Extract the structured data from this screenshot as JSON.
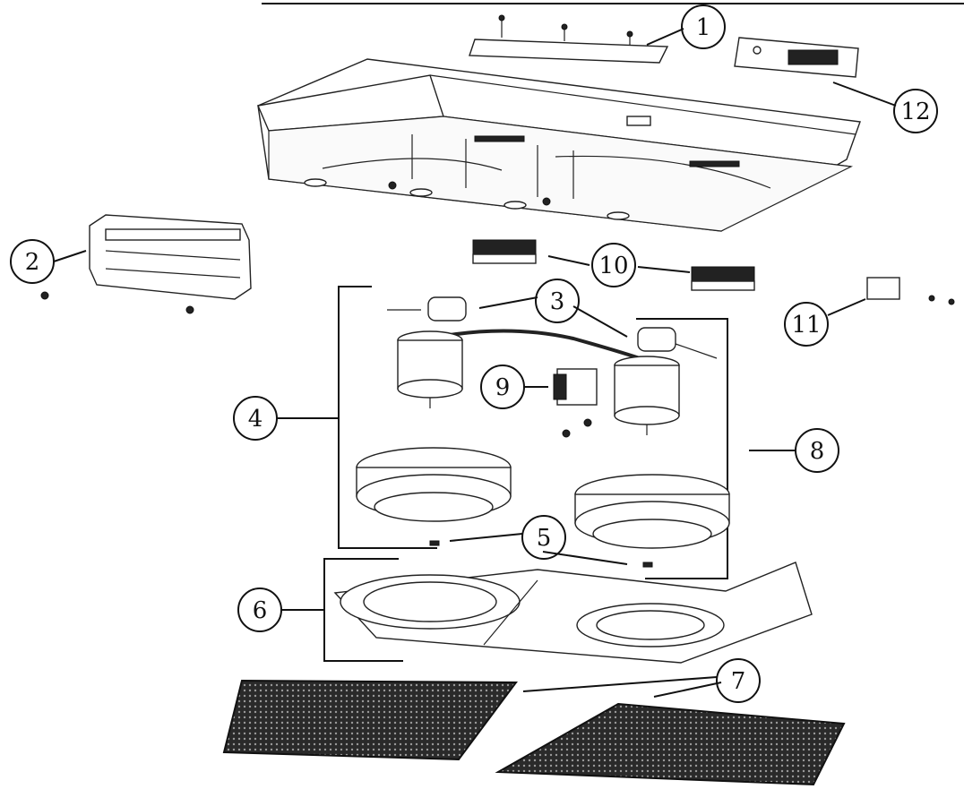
{
  "diagram": {
    "colors": {
      "line": "#111111",
      "fill": "#ffffff",
      "filter_mesh": "#2a2a2a"
    },
    "callouts": [
      {
        "id": "c1",
        "label": "1"
      },
      {
        "id": "c2",
        "label": "2"
      },
      {
        "id": "c3",
        "label": "3"
      },
      {
        "id": "c4",
        "label": "4"
      },
      {
        "id": "c5",
        "label": "5"
      },
      {
        "id": "c6",
        "label": "6"
      },
      {
        "id": "c7",
        "label": "7"
      },
      {
        "id": "c8",
        "label": "8"
      },
      {
        "id": "c9",
        "label": "9"
      },
      {
        "id": "c10",
        "label": "10"
      },
      {
        "id": "c11",
        "label": "11"
      },
      {
        "id": "c12",
        "label": "12"
      }
    ]
  }
}
